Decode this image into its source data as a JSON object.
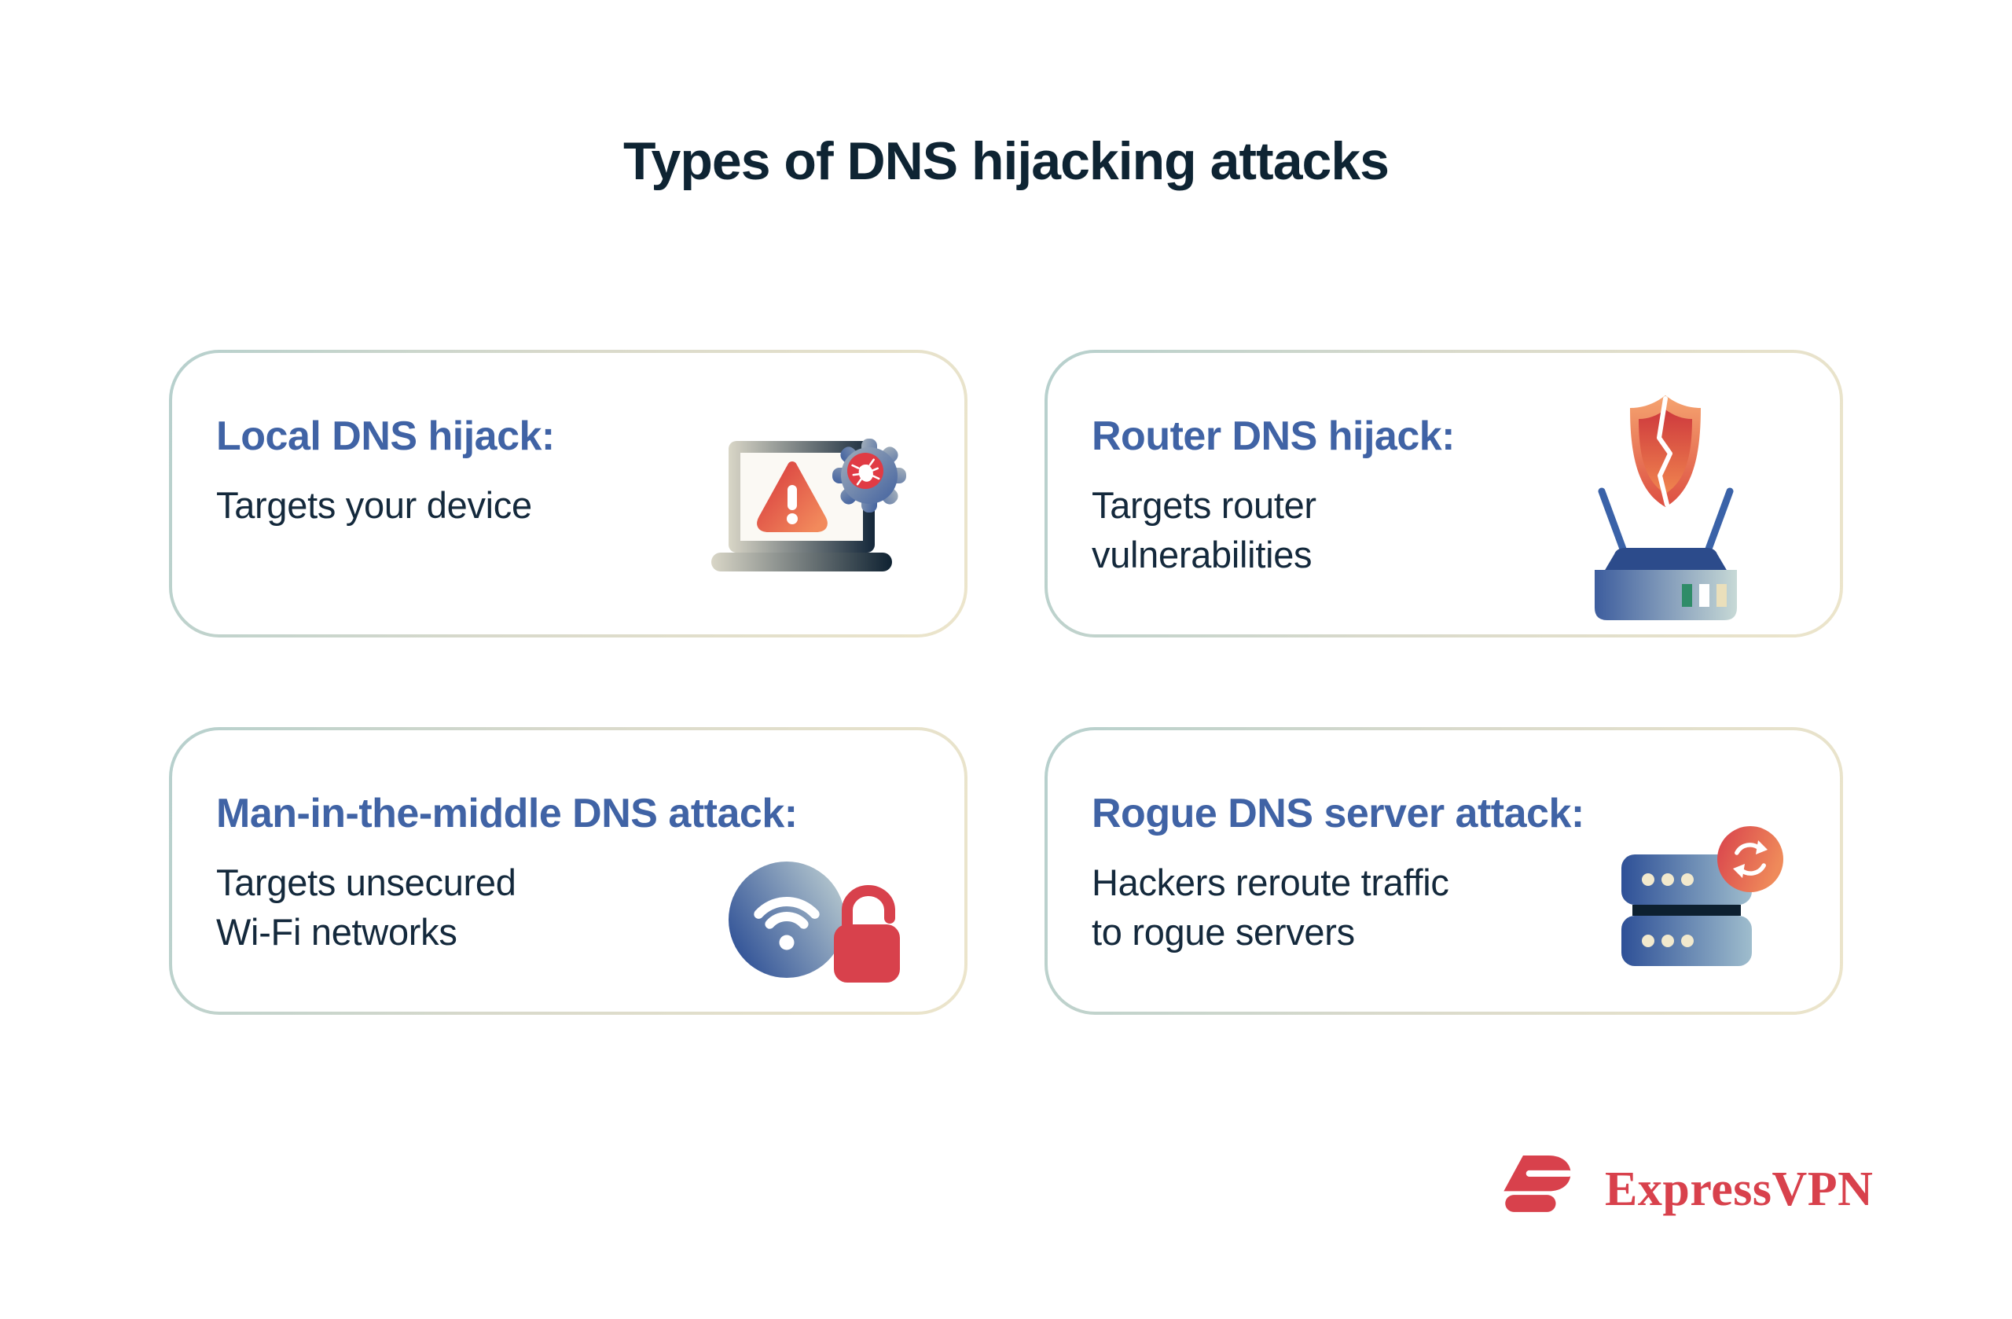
{
  "title": "Types of DNS hijacking attacks",
  "cards": [
    {
      "heading": "Local DNS hijack:",
      "body": "Targets your device",
      "icon": "laptop-malware-warning-icon"
    },
    {
      "heading": "Router DNS hijack:",
      "body": "Targets router\nvulnerabilities",
      "icon": "router-breached-shield-icon"
    },
    {
      "heading": "Man-in-the-middle DNS attack:",
      "body": "Targets unsecured\nWi-Fi networks",
      "icon": "wifi-open-lock-icon"
    },
    {
      "heading": "Rogue DNS server attack:",
      "body": "Hackers reroute traffic\nto rogue servers",
      "icon": "server-reroute-icon"
    }
  ],
  "footer": {
    "brand": "ExpressVPN"
  },
  "colors": {
    "heading_blue": "#4063a5",
    "body_navy": "#14293c",
    "title_navy": "#0e2433",
    "brand_red": "#d8414c",
    "alert_red": "#d83b3e",
    "alert_orange": "#f08a5a",
    "card_border_teal": "#b6d0cd",
    "card_border_cream": "#ece5cb",
    "background": "#ffffff"
  }
}
